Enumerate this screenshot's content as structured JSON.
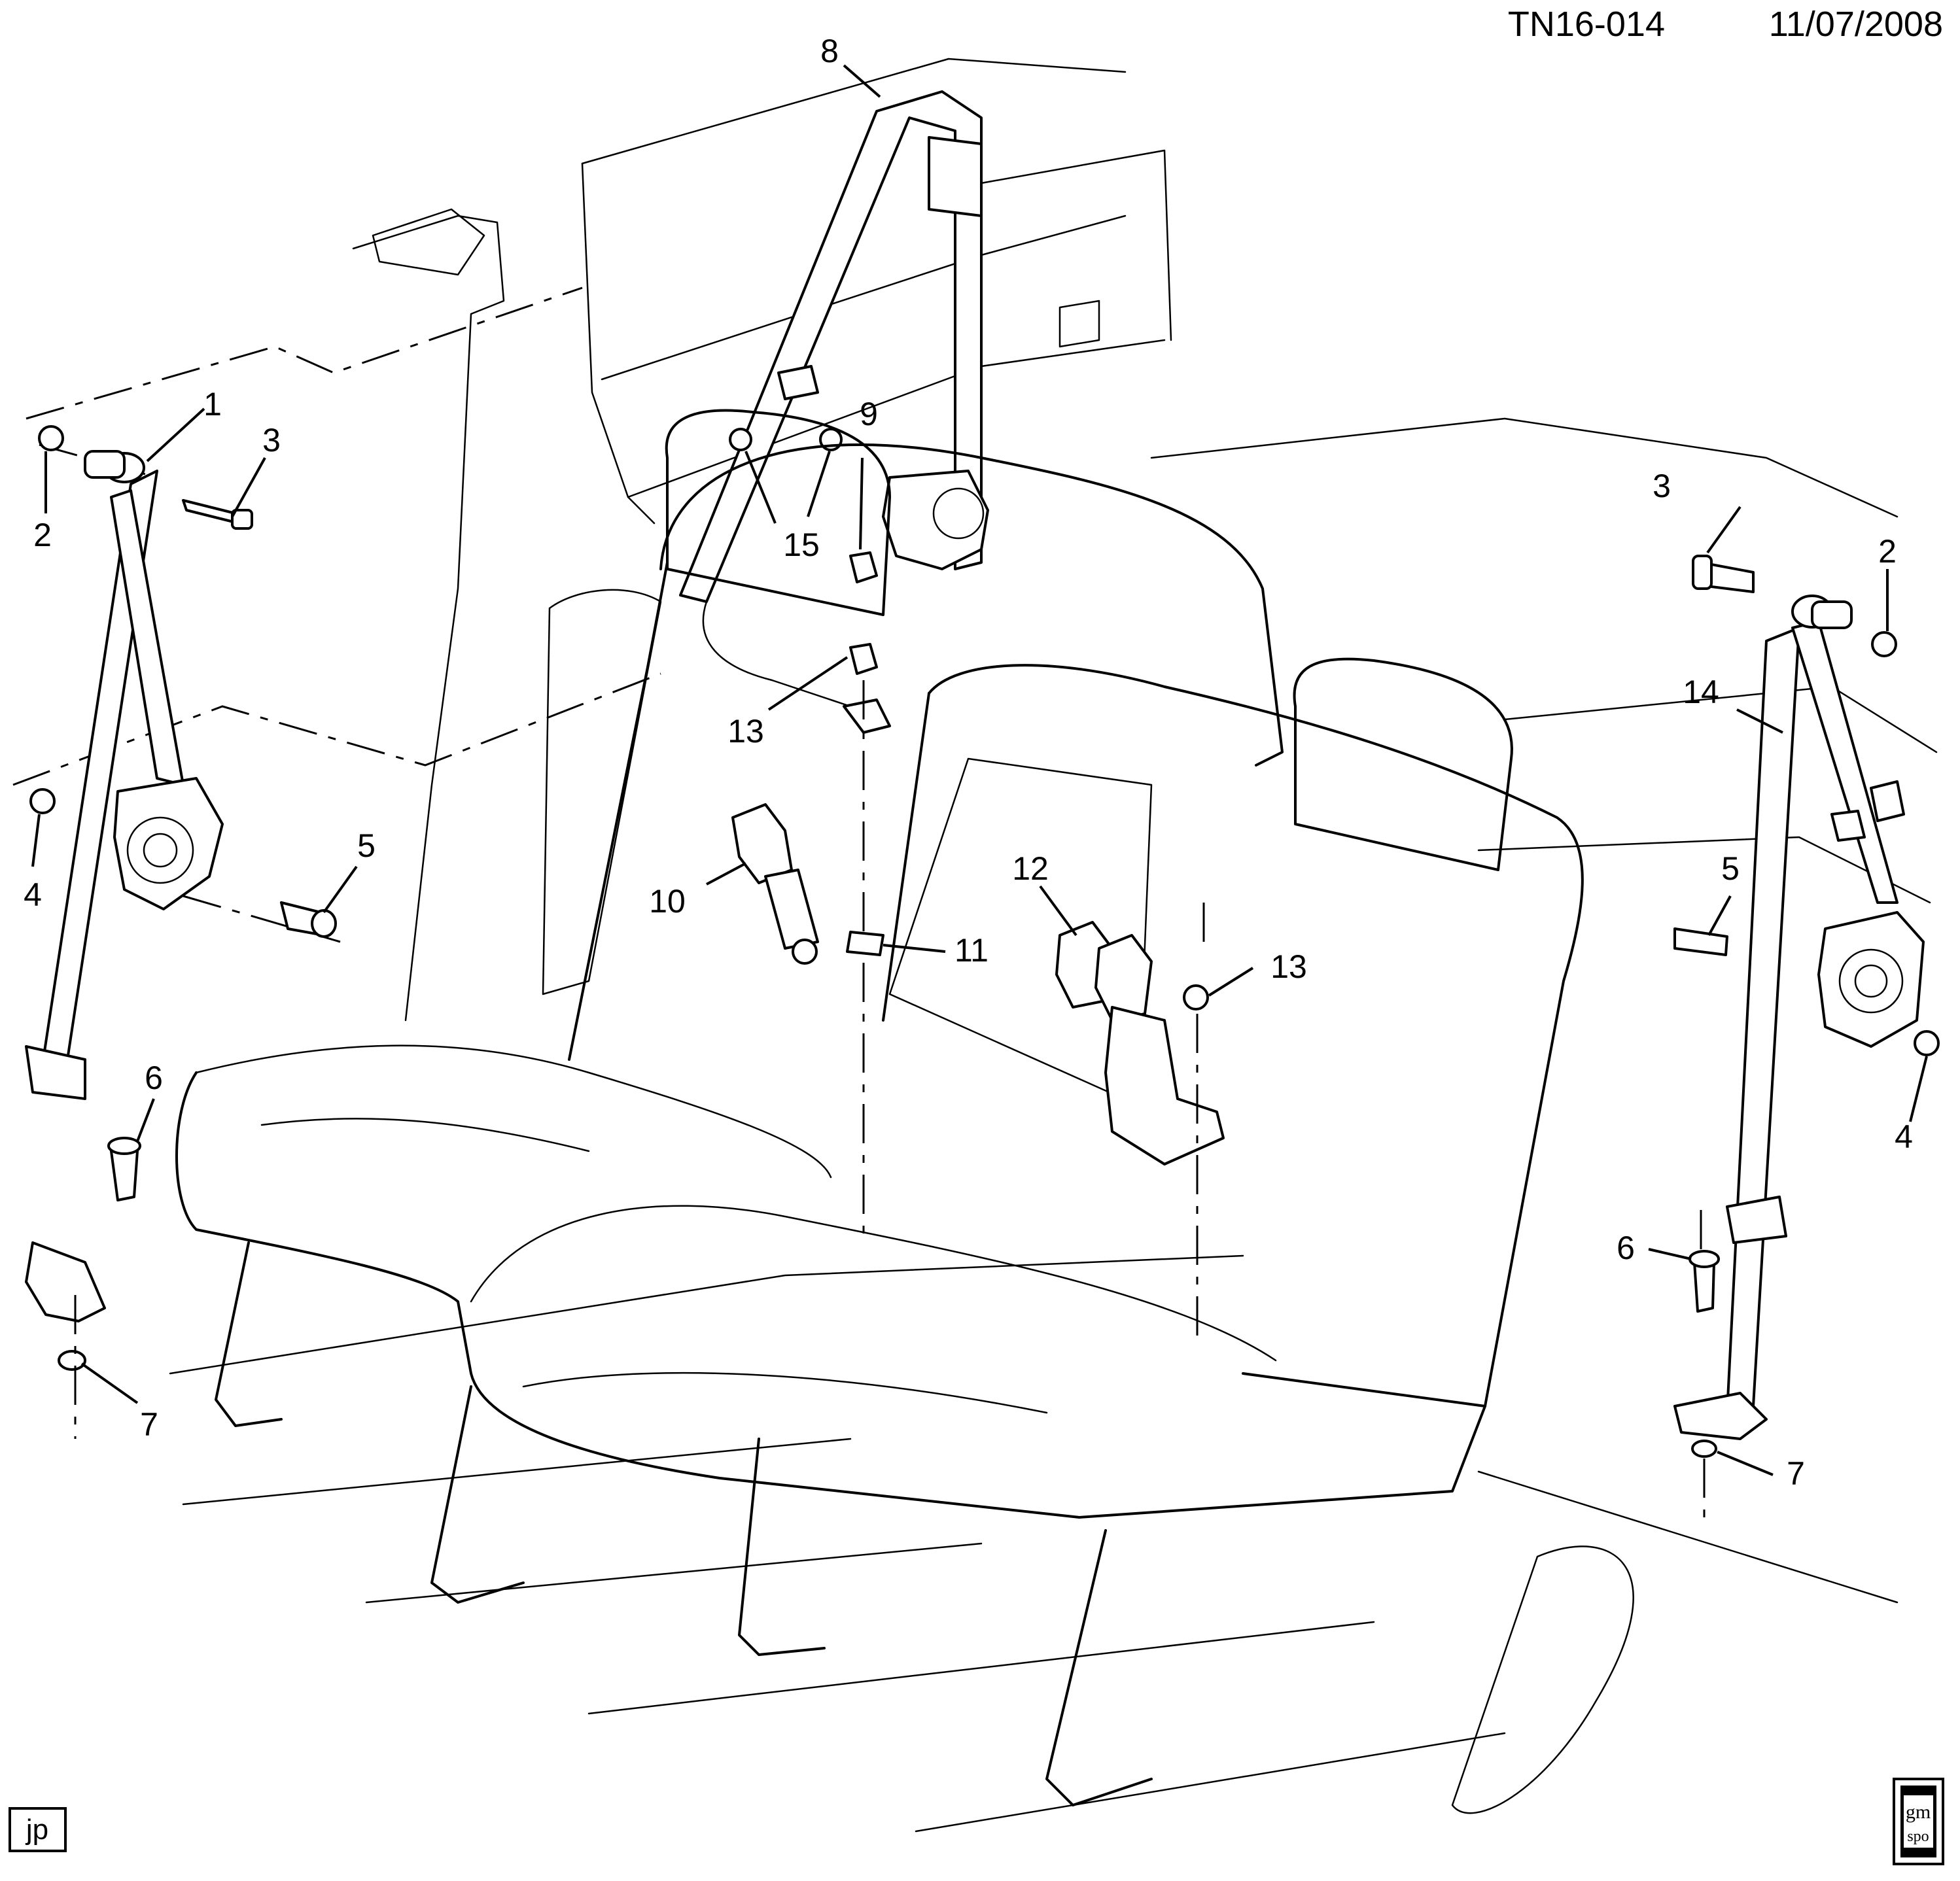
{
  "header": {
    "illustration_id": "TN16-014",
    "date": "11/07/2008"
  },
  "callouts": [
    {
      "key": "c1",
      "label": "1"
    },
    {
      "key": "c2",
      "label": "2"
    },
    {
      "key": "c3",
      "label": "3"
    },
    {
      "key": "c4",
      "label": "4"
    },
    {
      "key": "c5",
      "label": "5"
    },
    {
      "key": "c6",
      "label": "6"
    },
    {
      "key": "c7",
      "label": "7"
    },
    {
      "key": "c8",
      "label": "8"
    },
    {
      "key": "c9",
      "label": "9"
    },
    {
      "key": "c10",
      "label": "10"
    },
    {
      "key": "c11",
      "label": "11"
    },
    {
      "key": "c12",
      "label": "12"
    },
    {
      "key": "c13",
      "label": "13"
    },
    {
      "key": "c14",
      "label": "14"
    },
    {
      "key": "c15",
      "label": "15"
    }
  ],
  "footer": {
    "author_tag": "jp",
    "logo_line1": "gm",
    "logo_line2": "spo"
  },
  "colors": {
    "ink": "#000000",
    "paper": "#ffffff"
  }
}
